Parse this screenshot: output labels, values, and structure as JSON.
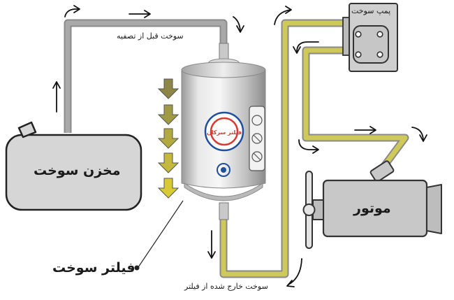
{
  "labels": {
    "tank": "مخزن سوخت",
    "filter": "فیلتر سوخت",
    "engine": "موتور",
    "pump": "پمپ سوخت",
    "fuel_before": "سوخت قبل از تصفیه",
    "fuel_after": "سوخت خارج شده از فیلتر"
  },
  "filter_brand": "فیلتر سرکان",
  "colors": {
    "unfiltered_line": "#a9a9a9",
    "filtered_line": "#cfc95a",
    "pipe_outline": "#8a8a8a",
    "tank_fill": "#d6d6d6",
    "engine_fill": "#c8c8c8",
    "arrow_yellow": "#cdc13b",
    "arrow_olive": "#8d8646",
    "brand_red": "#d83b30",
    "brand_blue": "#1d4f9c"
  },
  "icons": [
    "flow-arrow-icon",
    "filter-flow-arrow-icon",
    "fan-icon",
    "bullet-dot-icon"
  ]
}
